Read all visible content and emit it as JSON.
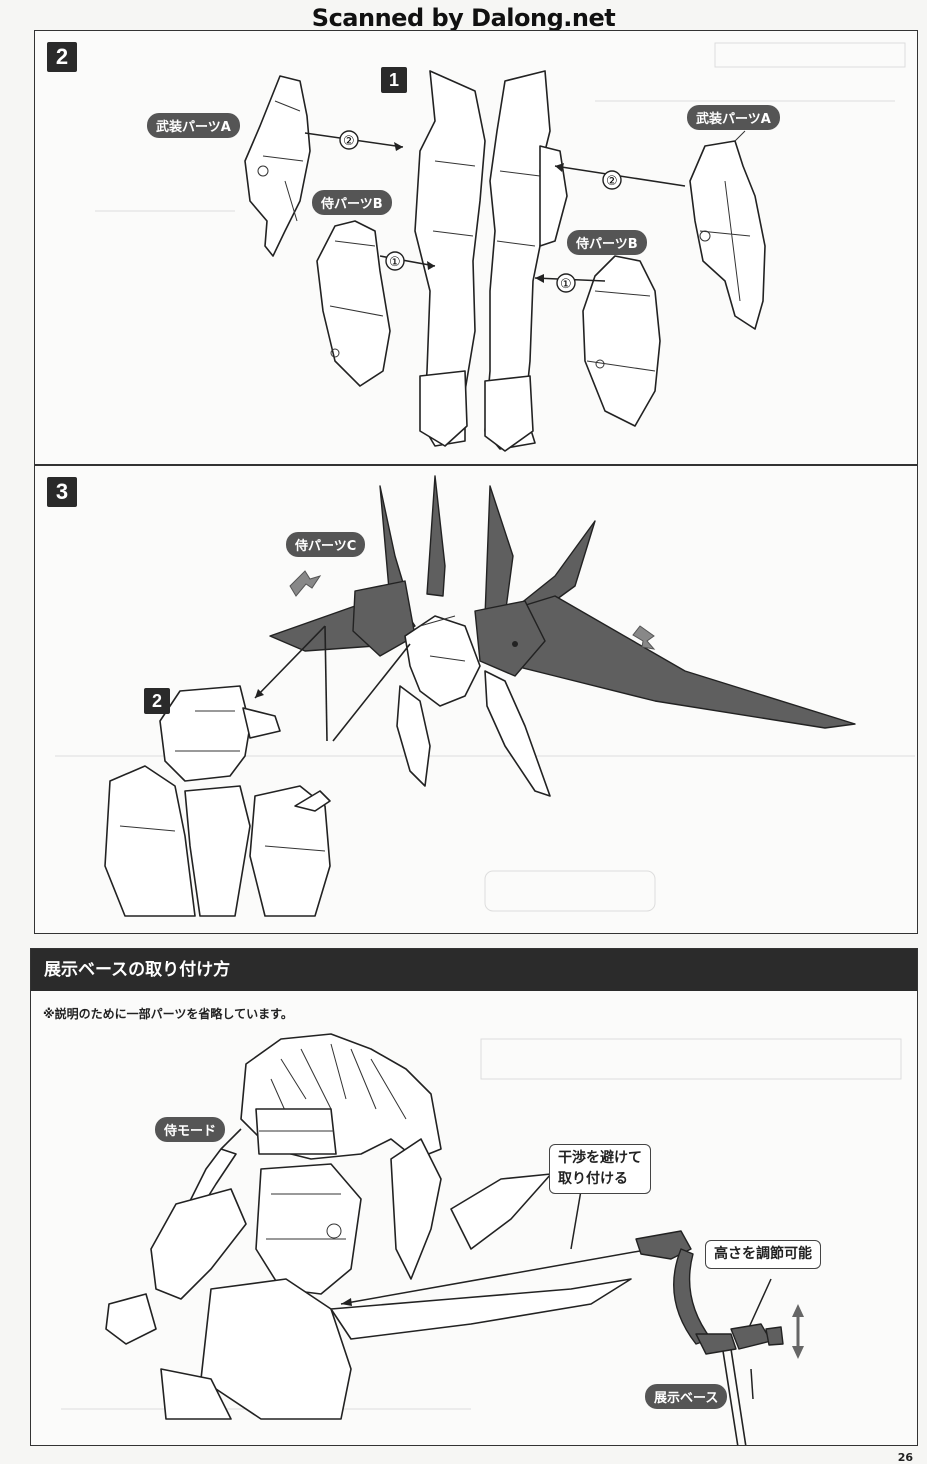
{
  "watermark": "Scanned by Dalong.net",
  "step2": {
    "number": "2",
    "main_part_number": "1",
    "labels": {
      "armor_a_left": "武装パーツA",
      "armor_a_right": "武装パーツA",
      "samurai_b_left": "侍パーツB",
      "samurai_b_right": "侍パーツB"
    },
    "step_markers": [
      "②",
      "①",
      "②",
      "①"
    ]
  },
  "step3": {
    "number": "3",
    "ref_step_number": "2",
    "labels": {
      "samurai_c": "侍パーツC"
    }
  },
  "display_base_section": {
    "title": "展示ベースの取り付け方",
    "note": "※説明のために一部パーツを省略しています。",
    "labels": {
      "samurai_mode": "侍モード",
      "avoid_interference": [
        "干渉を避けて",
        "取り付ける"
      ],
      "adjustable_height": "高さを調節可能",
      "display_base": "展示ベース"
    }
  },
  "page_number": "26"
}
